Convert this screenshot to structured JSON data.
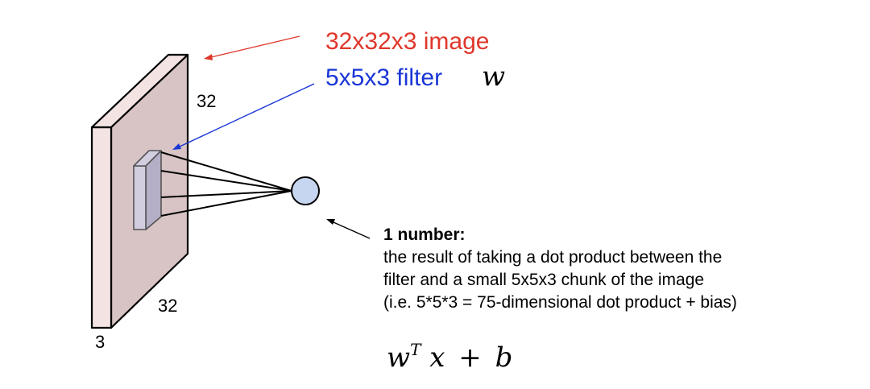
{
  "labels": {
    "image": "32x32x3 image",
    "filter_prefix": "5x5x3 filter",
    "filter_symbol": "w",
    "height": "32",
    "width": "32",
    "depth": "3"
  },
  "result": {
    "heading": "1 number:",
    "lines": [
      "the result of taking a dot product between the",
      "filter and a small 5x5x3 chunk of the image",
      "(i.e. 5*5*3 = 75-dimensional dot product + bias)"
    ]
  },
  "formula": {
    "w": "w",
    "T": "T",
    "x": "x",
    "plus": "+",
    "b": "b"
  },
  "colors": {
    "image_label": "#e0372b",
    "filter_label": "#1a36d6",
    "volume_front": "#d8c4c4",
    "volume_side": "#f3e3e3",
    "filter_front": "#b4aec6",
    "filter_side": "#d3cde0",
    "neuron": "#c6d6f0"
  }
}
